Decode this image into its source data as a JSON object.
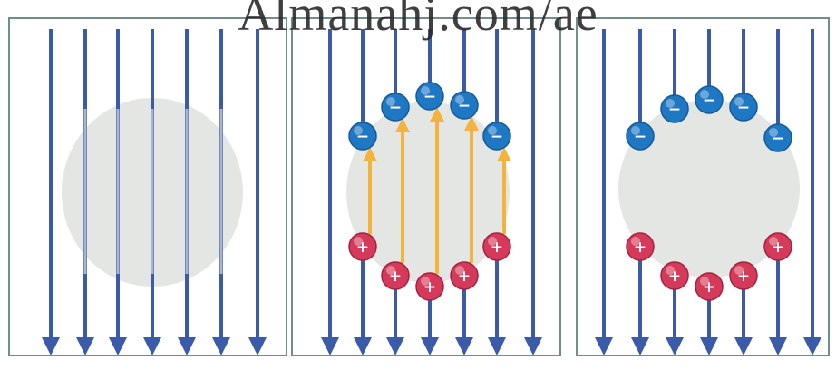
{
  "watermark": "Almanahj.com/ae",
  "colors": {
    "background": "#ffffff",
    "frame": "#6f8f88",
    "field_line": "#3b5aa8",
    "sphere": "#e3e6e3",
    "negative_charge": "#1f78c4",
    "positive_charge": "#d63a5a",
    "internal_field": "#f3b33d"
  },
  "panels": [
    {
      "name": "panel-no-polarization",
      "charges": false,
      "internal_field": false
    },
    {
      "name": "panel-with-internal-field",
      "charges": true,
      "internal_field": true
    },
    {
      "name": "panel-shielded-conductor",
      "charges": true,
      "internal_field": false
    }
  ],
  "charge_symbols": {
    "negative": "−",
    "positive": "+"
  }
}
